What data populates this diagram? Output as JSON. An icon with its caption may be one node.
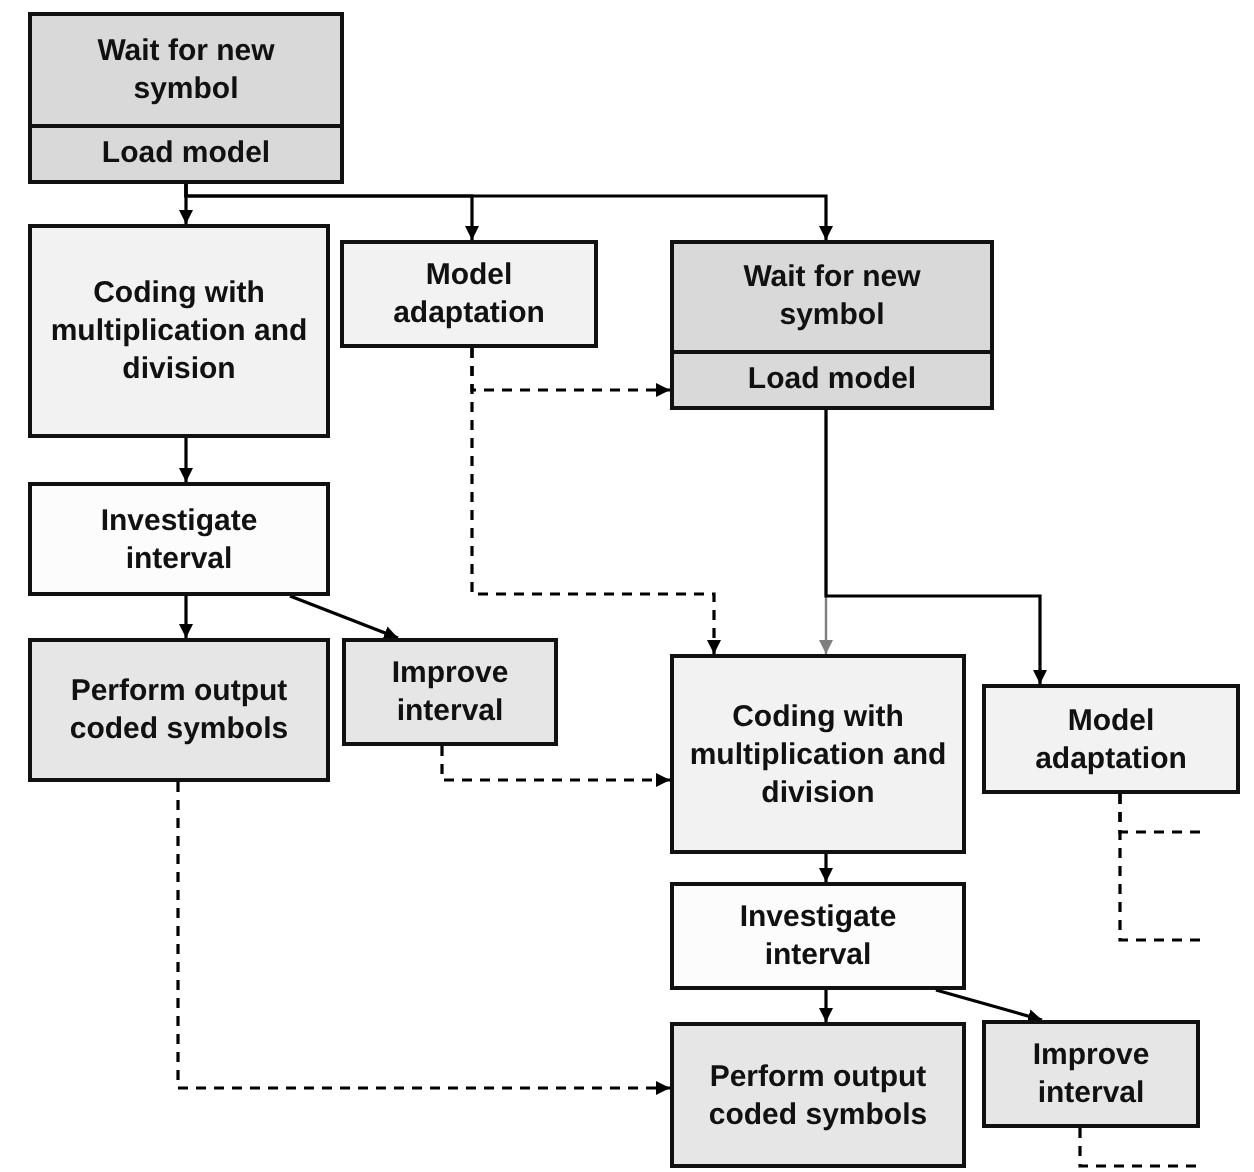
{
  "diagram": {
    "nodes": [
      {
        "text": [
          "Wait for new symbol",
          "Load model"
        ]
      },
      {
        "text": [
          "Coding with multiplication and division"
        ]
      },
      {
        "text": [
          "Model adaptation"
        ]
      },
      {
        "text": [
          "Wait for new symbol",
          "Load model"
        ]
      },
      {
        "text": [
          "Investigate interval"
        ]
      },
      {
        "text": [
          "Perform output coded symbols"
        ]
      },
      {
        "text": [
          "Improve interval"
        ]
      },
      {
        "text": [
          "Coding with multiplication and division"
        ]
      },
      {
        "text": [
          "Model adaptation"
        ]
      },
      {
        "text": [
          "Investigate interval"
        ]
      },
      {
        "text": [
          "Perform output coded symbols"
        ]
      },
      {
        "text": [
          "Improve interval"
        ]
      }
    ],
    "edges": [
      {
        "from": 0,
        "to": 1,
        "arrow": "to"
      },
      {
        "from": 0,
        "to": 2,
        "arrow": "to"
      },
      {
        "from": 0,
        "to": 3,
        "arrow": "to"
      },
      {
        "from": 2,
        "to": 3,
        "arrow": "to",
        "style": "dashed"
      },
      {
        "from": 2,
        "to": 7,
        "arrow": "to",
        "style": "dashed"
      },
      {
        "from": 1,
        "to": 4,
        "arrow": "to"
      },
      {
        "from": 4,
        "to": 5,
        "arrow": "to"
      },
      {
        "from": 4,
        "to": 6,
        "arrow": "to"
      },
      {
        "from": 6,
        "to": 7,
        "arrow": "to",
        "style": "dashed"
      },
      {
        "from": 5,
        "to": 10,
        "arrow": "to",
        "style": "dashed"
      },
      {
        "from": 3,
        "to": 7,
        "arrow": "to",
        "color": "#7f7f7f"
      },
      {
        "from": 3,
        "to": 8,
        "arrow": "to"
      },
      {
        "from": 7,
        "to": 9,
        "arrow": "to"
      },
      {
        "from": 9,
        "to": 10,
        "arrow": "to"
      },
      {
        "from": 9,
        "to": 11,
        "arrow": "to"
      },
      {
        "from": 8,
        "to": null,
        "arrow": "none",
        "style": "dashed"
      },
      {
        "from": 8,
        "to": null,
        "arrow": "none",
        "style": "dashed"
      },
      {
        "from": 11,
        "to": null,
        "arrow": "none",
        "style": "dashed"
      }
    ]
  }
}
